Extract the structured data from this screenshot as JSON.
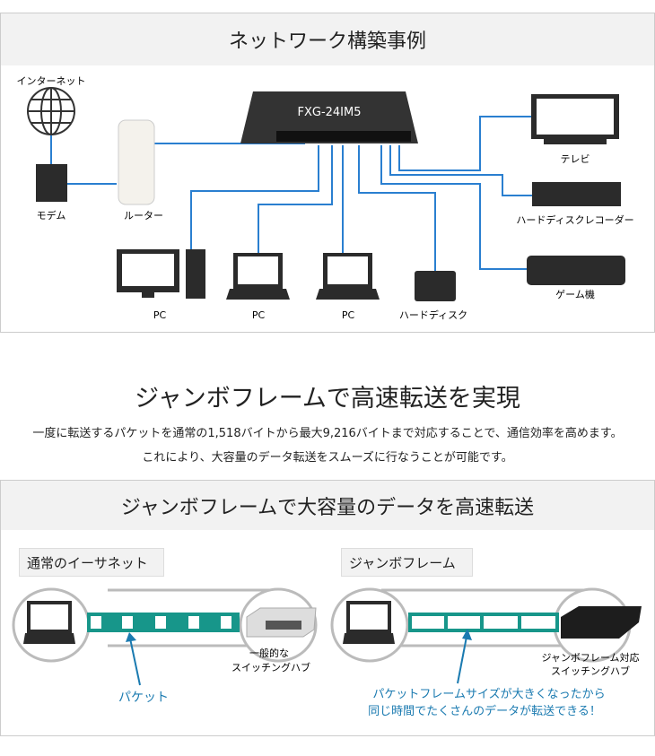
{
  "network": {
    "title": "ネットワーク構築事例",
    "switch_model": "FXG-24IM5",
    "labels": {
      "internet": "インターネット",
      "modem": "モデム",
      "router": "ルーター",
      "pc1": "PC",
      "pc2": "PC",
      "pc3": "PC",
      "hdd": "ハードディスク",
      "tv": "テレビ",
      "recorder": "ハードディスクレコーダー",
      "game": "ゲーム機"
    }
  },
  "intro": {
    "title": "ジャンボフレームで高速転送を実現",
    "line1": "一度に転送するパケットを通常の1,518バイトから最大9,216バイトまで対応することで、通信効率を高めます。",
    "line2": "これにより、大容量のデータ転送をスムーズに行なうことが可能です。"
  },
  "compare": {
    "title": "ジャンボフレームで大容量のデータを高速転送",
    "normal": {
      "label": "通常のイーサネット",
      "hub1": "一般的な",
      "hub2": "スイッチングハブ",
      "packet": "パケット"
    },
    "jumbo": {
      "label": "ジャンボフレーム",
      "hub1": "ジャンボフレーム対応",
      "hub2": "スイッチングハブ",
      "note1": "パケットフレームサイズが大きくなったから",
      "note2": "同じ時間でたくさんのデータが転送できる！"
    }
  },
  "colors": {
    "line": "#2a7fd0",
    "teal": "#17968a",
    "accent": "#1a7ab0"
  }
}
